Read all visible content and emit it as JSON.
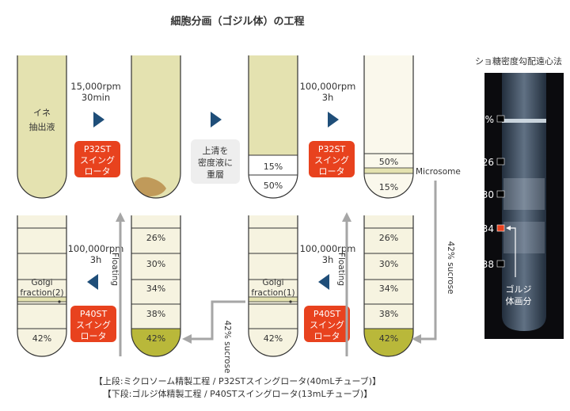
{
  "title": "細胞分画（ゴジル体）の工程",
  "legend": [
    "【上段:ミクロソーム精製工程 / P32STスイングロータ(40mLチューブ)】",
    "【下段:ゴルジ体精製工程 / P40STスイングロータ(13mLチューブ)】"
  ],
  "top_row": {
    "tube1_label": [
      "イネ",
      "抽出液"
    ],
    "step1_speed": "15,000rpm",
    "step1_time": "30min",
    "rotor_top": [
      "P32ST",
      "スイング",
      "ロータ"
    ],
    "overlay_note": [
      "上清を",
      "密度液に",
      "重層"
    ],
    "tube3_layers": [
      "15%",
      "50%"
    ],
    "step2_speed": "100,000rpm",
    "step2_time": "3h",
    "tube4_layers": [
      "50%",
      "15%"
    ],
    "microsome_label": "Microsome"
  },
  "bottom_row": {
    "gradient_layers": [
      "26%",
      "30%",
      "34%",
      "38%",
      "42%"
    ],
    "sucrose_label": "42%  sucrose",
    "floating_label": "Floating",
    "step_speed": "100,000rpm",
    "step_time": "3h",
    "rotor_bottom": [
      "P40ST",
      "スイング",
      "ロータ"
    ],
    "golgi1": [
      "Golgi",
      "fraction(1)"
    ],
    "golgi2": [
      "Golgi",
      "fraction(2)"
    ],
    "bottom_layer": "42%"
  },
  "photo": {
    "title": "ショ糖密度勾配遠心法",
    "marks": [
      "%",
      "26",
      "30",
      "34",
      "38"
    ],
    "caption": [
      "ゴルジ",
      "体画分"
    ]
  },
  "colors": {
    "beige": "#e4e2b0",
    "cream": "#f3f0da",
    "olive": "#b9b83a",
    "navy": "#1f4e79",
    "red": "#e8421e",
    "gray": "#a6a6a6",
    "pellet": "#c09a5a"
  }
}
